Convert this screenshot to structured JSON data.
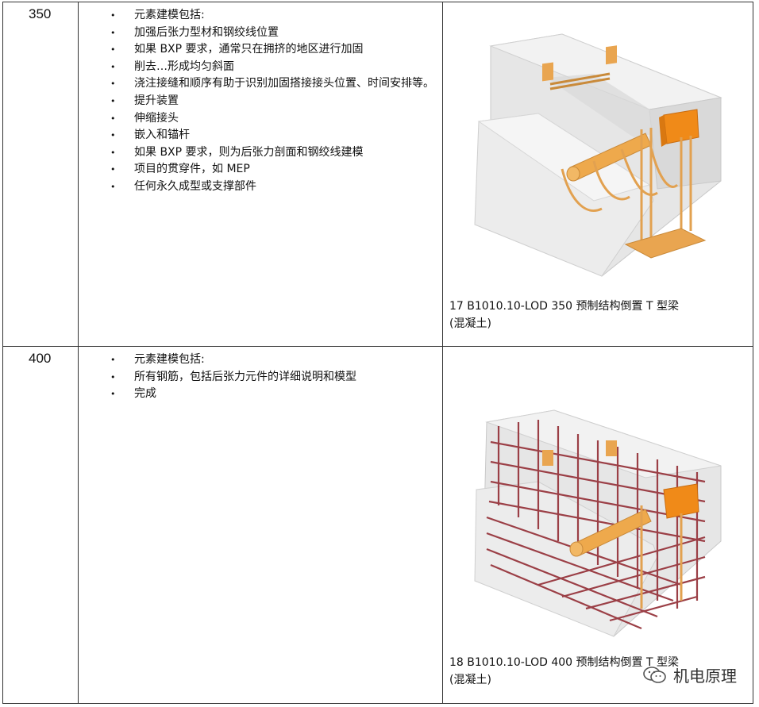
{
  "rows": [
    {
      "level": "350",
      "items": [
        "元素建模包括:",
        "加强后张力型材和钢绞线位置",
        "如果 BXP 要求，通常只在拥挤的地区进行加固",
        "削去…形成均匀斜面",
        "浇注接缝和顺序有助于识别加固搭接接头位置、时间安排等。",
        "提升装置",
        "伸缩接头",
        "嵌入和锚杆",
        "如果 BXP 要求，则为后张力剖面和钢绞线建模",
        "项目的贯穿件，如 MEP",
        "任何永久成型或支撑部件"
      ],
      "caption": "17 B1010.10-LOD 350 预制结构倒置 T 型梁(混凝土)"
    },
    {
      "level": "400",
      "items": [
        "元素建模包括:",
        "所有钢筋，包括后张力元件的详细说明和模型",
        "完成"
      ],
      "caption": "18 B1010.10-LOD 400 预制结构倒置 T 型梁(混凝土)"
    }
  ],
  "watermark": {
    "icon": "wechat-logo-icon",
    "text": "机电原理"
  }
}
